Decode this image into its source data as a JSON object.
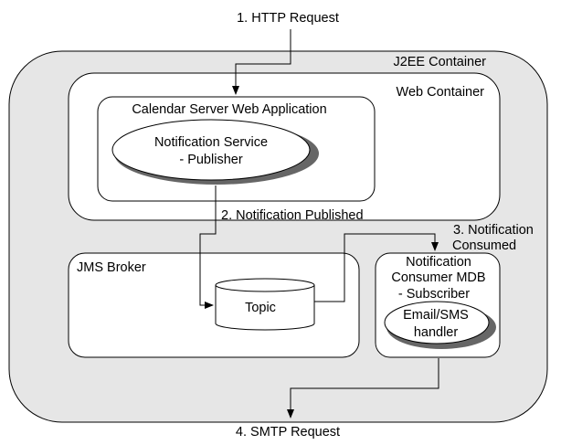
{
  "containers": {
    "j2ee": "J2EE Container",
    "web": "Web Container",
    "calendar_app": "Calendar Server Web Application",
    "jms_broker": "JMS Broker",
    "consumer_mdb": {
      "line1": "Notification",
      "line2": "Consumer MDB",
      "line3": "- Subscriber"
    }
  },
  "nodes": {
    "notification_service": {
      "line1": "Notification Service",
      "line2": "- Publisher"
    },
    "topic": "Topic",
    "email_sms_handler": {
      "line1": "Email/SMS",
      "line2": "handler"
    }
  },
  "flow_labels": {
    "step1": "1. HTTP Request",
    "step2": "2. Notification Published",
    "step3_line1": "3. Notification",
    "step3_line2": "Consumed",
    "step4": "4. SMTP Request"
  },
  "colors": {
    "container_fill": "#e6e6e6",
    "box_fill": "#ffffff",
    "stroke": "#000000",
    "shadow": "#666666"
  }
}
